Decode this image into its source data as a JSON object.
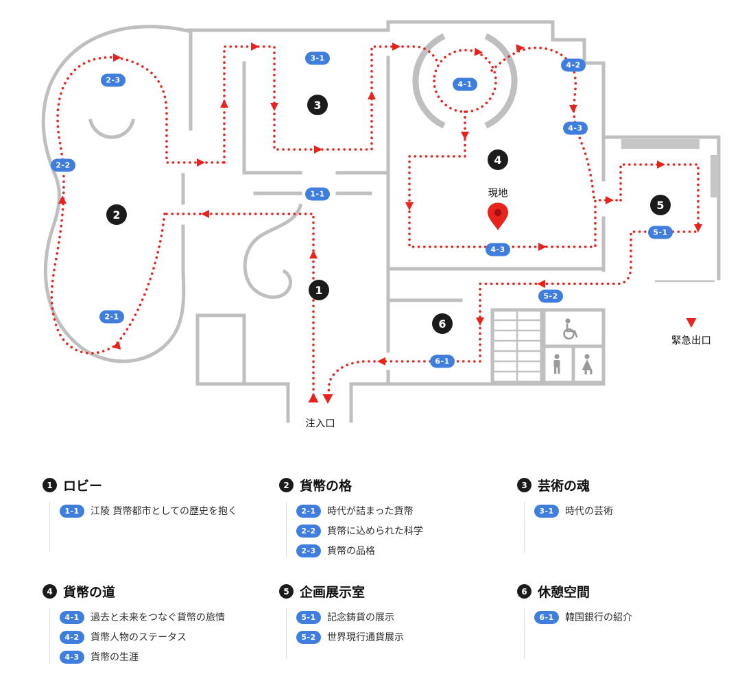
{
  "colors": {
    "route_red": "#e8231d",
    "badge_blue": "#3f7edc",
    "wall_gray": "#bfbfbf",
    "marker_black": "#1b1b1b"
  },
  "map": {
    "current_location_label": "現地",
    "entrance_label": "注入口",
    "emergency_exit_label": "緊急出口",
    "rooms": [
      {
        "number": "1"
      },
      {
        "number": "2"
      },
      {
        "number": "3"
      },
      {
        "number": "4"
      },
      {
        "number": "5"
      },
      {
        "number": "6"
      }
    ],
    "badges": [
      {
        "code": "2-3"
      },
      {
        "code": "3-1"
      },
      {
        "code": "4-1"
      },
      {
        "code": "4-2"
      },
      {
        "code": "4-3"
      },
      {
        "code": "2-2"
      },
      {
        "code": "1-1"
      },
      {
        "code": "5-1"
      },
      {
        "code": "4-3"
      },
      {
        "code": "5-2"
      },
      {
        "code": "2-1"
      },
      {
        "code": "6-1"
      }
    ]
  },
  "legend": {
    "sections": [
      {
        "number": "1",
        "title": "ロビー",
        "items": [
          {
            "code": "1-1",
            "label": "江陵 貨幣都市としての歴史を抱く"
          }
        ]
      },
      {
        "number": "2",
        "title": "貨幣の格",
        "items": [
          {
            "code": "2-1",
            "label": "時代が詰まった貨幣"
          },
          {
            "code": "2-2",
            "label": "貨幣に込められた科学"
          },
          {
            "code": "2-3",
            "label": "貨幣の品格"
          }
        ]
      },
      {
        "number": "3",
        "title": "芸術の魂",
        "items": [
          {
            "code": "3-1",
            "label": "時代の芸術"
          }
        ]
      },
      {
        "number": "4",
        "title": "貨幣の道",
        "items": [
          {
            "code": "4-1",
            "label": "過去と未来をつなぐ貨幣の旅情"
          },
          {
            "code": "4-2",
            "label": "貨幣人物のステータス"
          },
          {
            "code": "4-3",
            "label": "貨幣の生涯"
          }
        ]
      },
      {
        "number": "5",
        "title": "企画展示室",
        "items": [
          {
            "code": "5-1",
            "label": "記念鋳貨の展示"
          },
          {
            "code": "5-2",
            "label": "世界現行通貨展示"
          }
        ]
      },
      {
        "number": "6",
        "title": "休憩空間",
        "items": [
          {
            "code": "6-1",
            "label": "韓国銀行の紹介"
          }
        ]
      }
    ]
  }
}
